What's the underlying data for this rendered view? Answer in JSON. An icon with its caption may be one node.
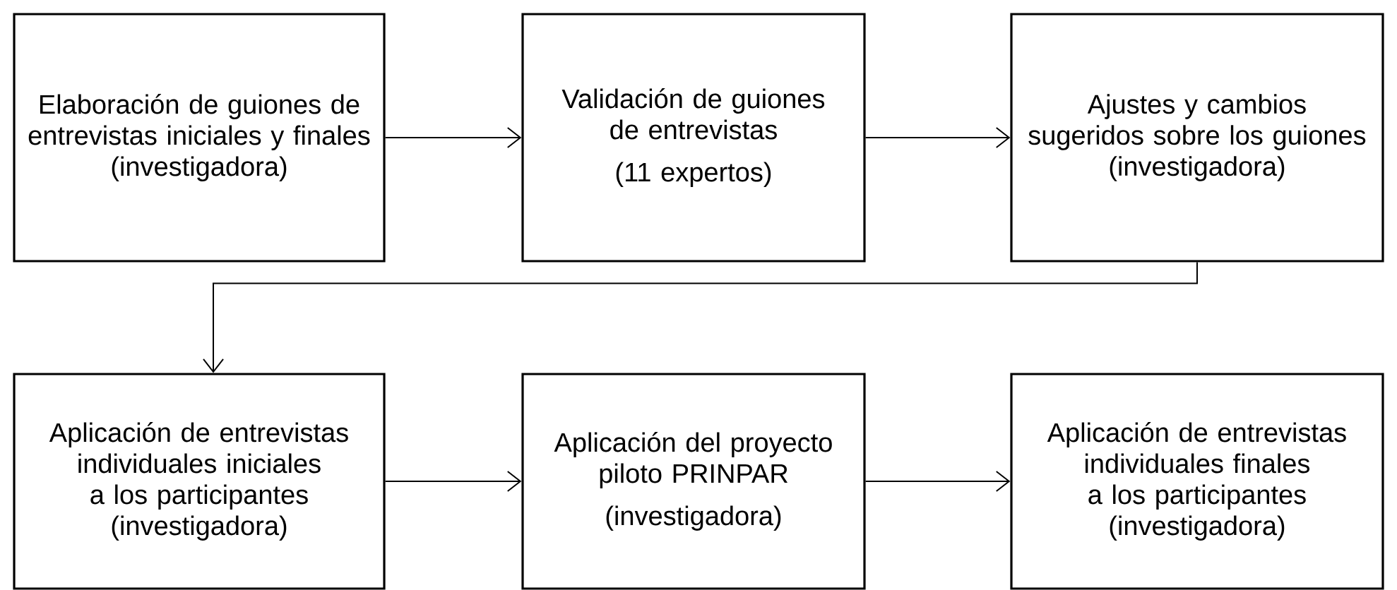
{
  "diagram": {
    "nodes": [
      {
        "text": [
          "Elaboración de guiones de entrevistas iniciales y finales",
          "(investigadora)"
        ]
      },
      {
        "text": [
          "Validación de guiones de entrevistas",
          "(11 expertos)"
        ]
      },
      {
        "text": [
          "Ajustes y cambios sugeridos sobre los guiones",
          "(investigadora)"
        ]
      },
      {
        "text": [
          "Aplicación de entrevistas individuales iniciales a los participantes",
          "(investigadora)"
        ]
      },
      {
        "text": [
          "Aplicación del proyecto piloto PRINPAR",
          "(investigadora)"
        ]
      },
      {
        "text": [
          "Aplicación de entrevistas individuales finales a los participantes",
          "(investigadora)"
        ]
      }
    ],
    "edges": [
      {
        "from": 0,
        "to": 1,
        "arrow": "to"
      },
      {
        "from": 1,
        "to": 2,
        "arrow": "to"
      },
      {
        "from": 2,
        "to": 3,
        "arrow": "to"
      },
      {
        "from": 3,
        "to": 4,
        "arrow": "to"
      },
      {
        "from": 4,
        "to": 5,
        "arrow": "to"
      }
    ]
  }
}
